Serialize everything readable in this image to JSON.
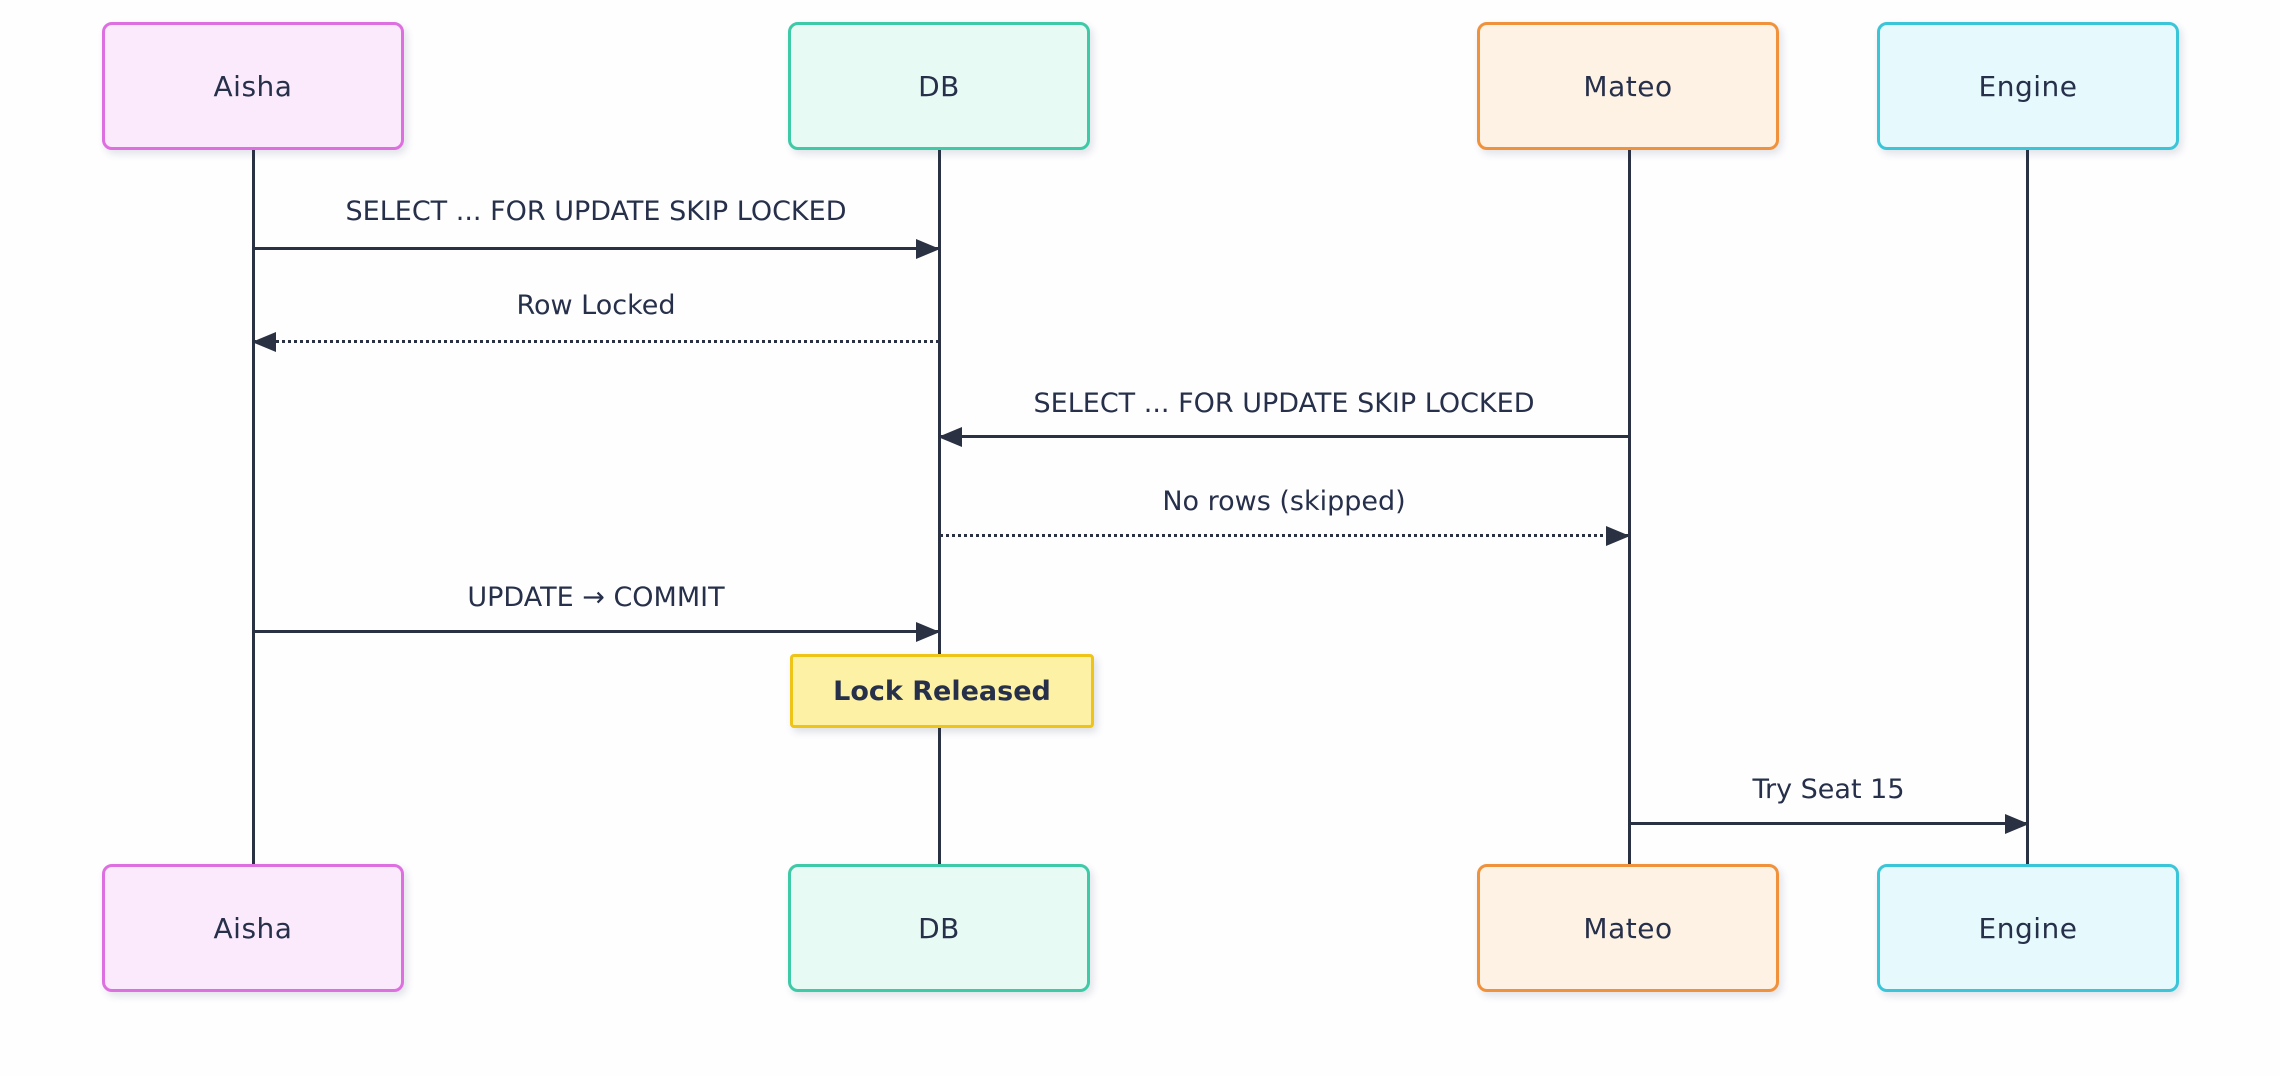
{
  "diagram": {
    "type": "sequence-diagram",
    "actors": [
      {
        "id": "aisha",
        "label": "Aisha",
        "fill": "#fbeafc",
        "border": "#de6fe0"
      },
      {
        "id": "db",
        "label": "DB",
        "fill": "#e8faf4",
        "border": "#3ec9a7"
      },
      {
        "id": "mateo",
        "label": "Mateo",
        "fill": "#fdf2e4",
        "border": "#f0923c"
      },
      {
        "id": "engine",
        "label": "Engine",
        "fill": "#e6f9fc",
        "border": "#3bc5d8"
      }
    ],
    "messages": [
      {
        "from": "Aisha",
        "to": "DB",
        "label": "SELECT ... FOR UPDATE SKIP LOCKED",
        "style": "solid"
      },
      {
        "from": "DB",
        "to": "Aisha",
        "label": "Row Locked",
        "style": "dotted"
      },
      {
        "from": "Mateo",
        "to": "DB",
        "label": "SELECT ... FOR UPDATE SKIP LOCKED",
        "style": "solid"
      },
      {
        "from": "DB",
        "to": "Mateo",
        "label": "No rows (skipped)",
        "style": "dotted"
      },
      {
        "from": "Aisha",
        "to": "DB",
        "label": "UPDATE → COMMIT",
        "style": "solid"
      },
      {
        "from": "Mateo",
        "to": "Engine",
        "label": "Try Seat 15",
        "style": "solid"
      }
    ],
    "note": {
      "over": "DB",
      "label": "Lock Released",
      "fill": "#fcf1a4",
      "border": "#eec419"
    },
    "colors": {
      "line": "#2a3142",
      "text": "#27304a",
      "background": "#fefeff"
    }
  }
}
